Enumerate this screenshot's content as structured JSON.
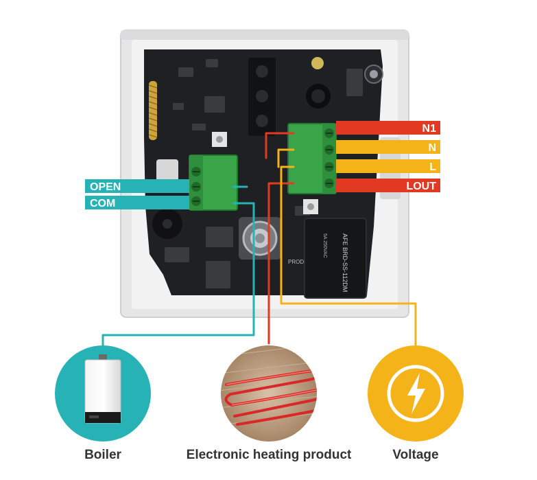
{
  "colors": {
    "teal": "#27B3B6",
    "orange": "#F5B31A",
    "red": "#E23A22",
    "board": "#1E1F22",
    "terminal": "#3BA54A",
    "casing": "#E9E9EA"
  },
  "terminals": {
    "left": [
      {
        "label": "OPEN",
        "color": "teal"
      },
      {
        "label": "COM",
        "color": "teal"
      }
    ],
    "right": [
      {
        "label": "N1",
        "color": "red"
      },
      {
        "label": "N",
        "color": "orange"
      },
      {
        "label": "L",
        "color": "orange"
      },
      {
        "label": "LOUT",
        "color": "red"
      }
    ]
  },
  "board": {
    "relay_text": "AFE BRD-SS-112DM",
    "relay_subtext": "5A 250VAC",
    "pcb_text": "PROD"
  },
  "devices": [
    {
      "caption": "Boiler",
      "icon": "boiler-icon",
      "color": "teal"
    },
    {
      "caption": "Electronic heating product",
      "icon": "floor-heating-icon",
      "color": "red"
    },
    {
      "caption": "Voltage",
      "icon": "lightning-bolt-icon",
      "color": "orange"
    }
  ]
}
